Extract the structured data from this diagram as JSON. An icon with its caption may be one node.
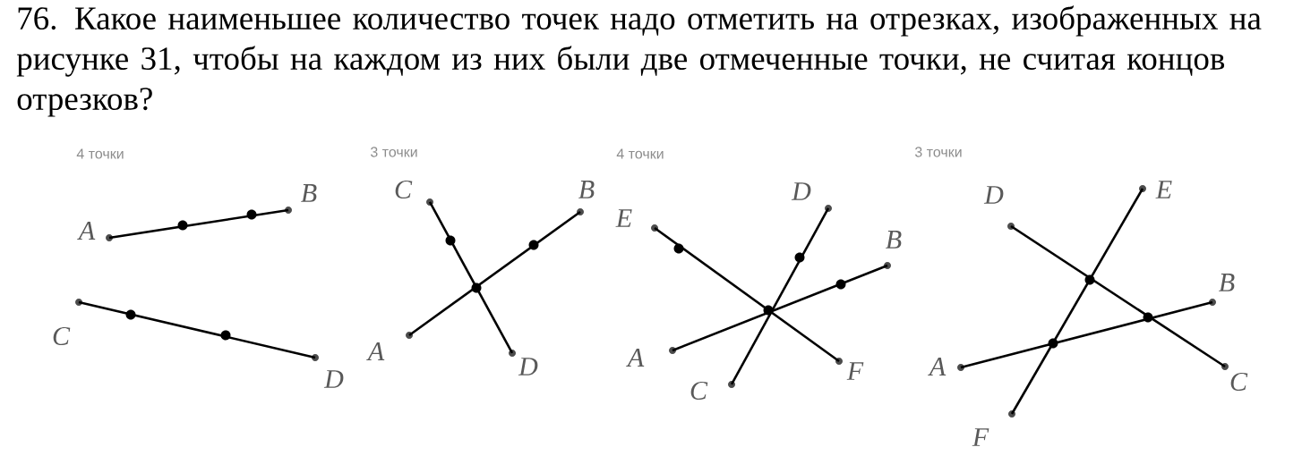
{
  "diagram": {
    "title": "76. Какое наименьшее количество точек надо отметить на отрезках, изображенных на рисунке 31, чтобы на каждом из них были две отмеченные точки, не считая концов отрезков?",
    "nodes": [
      {
        "text": [],
        "shape": "circle",
        "beside": [
          "A"
        ]
      },
      {
        "text": [],
        "shape": "circle",
        "beside": [
          "B"
        ]
      },
      {
        "text": [],
        "shape": "circle",
        "beside": [
          "C"
        ]
      },
      {
        "text": [],
        "shape": "circle",
        "beside": [
          "D"
        ]
      },
      {
        "text": [],
        "shape": "circle",
        "beside": [
          "C"
        ]
      },
      {
        "text": [],
        "shape": "circle",
        "beside": [
          "B"
        ]
      },
      {
        "text": [],
        "shape": "circle",
        "beside": [
          "A"
        ]
      },
      {
        "text": [],
        "shape": "circle",
        "beside": [
          "D"
        ]
      },
      {
        "text": [],
        "shape": "circle",
        "beside": [
          "E"
        ]
      },
      {
        "text": [],
        "shape": "circle",
        "beside": [
          "D"
        ]
      },
      {
        "text": [],
        "shape": "circle",
        "beside": [
          "B"
        ]
      },
      {
        "text": [],
        "shape": "circle",
        "beside": [
          "A"
        ]
      },
      {
        "text": [],
        "shape": "circle",
        "beside": [
          "C"
        ]
      },
      {
        "text": [],
        "shape": "circle",
        "beside": [
          "F"
        ]
      },
      {
        "text": [],
        "shape": "circle",
        "beside": [
          "D"
        ]
      },
      {
        "text": [],
        "shape": "circle",
        "beside": [
          "E"
        ]
      },
      {
        "text": [],
        "shape": "circle",
        "beside": [
          "B"
        ]
      },
      {
        "text": [],
        "shape": "circle",
        "beside": [
          "A"
        ]
      },
      {
        "text": [],
        "shape": "circle",
        "beside": [
          "C"
        ]
      },
      {
        "text": [],
        "shape": "circle",
        "beside": [
          "F"
        ]
      }
    ],
    "edges": [
      {
        "from": 0,
        "to": 1,
        "arrow": "none"
      },
      {
        "from": 2,
        "to": 3,
        "arrow": "none"
      },
      {
        "from": 6,
        "to": 5,
        "arrow": "none"
      },
      {
        "from": 4,
        "to": 7,
        "arrow": "none"
      },
      {
        "from": 8,
        "to": 13,
        "arrow": "none"
      },
      {
        "from": 12,
        "to": 9,
        "arrow": "none"
      },
      {
        "from": 11,
        "to": 10,
        "arrow": "none"
      },
      {
        "from": 14,
        "to": 18,
        "arrow": "none"
      },
      {
        "from": 19,
        "to": 15,
        "arrow": "none"
      },
      {
        "from": 17,
        "to": 16,
        "arrow": "none"
      }
    ],
    "labels": [
      "4 точки",
      "3 точки",
      "4 точки",
      "3 точки"
    ]
  }
}
